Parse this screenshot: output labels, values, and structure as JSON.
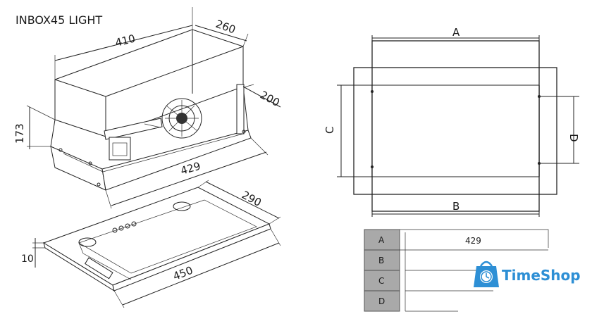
{
  "title": "INBOX45 LIGHT",
  "dimensions": {
    "width_top": "410",
    "depth_top": "260",
    "depth_inner": "200",
    "height": "173",
    "width_inner": "429",
    "panel_depth": "290",
    "panel_width": "450",
    "panel_thickness": "10"
  },
  "schematic_labels": {
    "a": "A",
    "b": "B",
    "c": "C",
    "d": "D"
  },
  "table": {
    "rows": [
      {
        "key": "A",
        "value": "429"
      },
      {
        "key": "B",
        "value": ""
      },
      {
        "key": "C",
        "value": ""
      },
      {
        "key": "D",
        "value": ""
      }
    ]
  },
  "watermark": "TimeShop",
  "colors": {
    "line": "#222222",
    "table_key_bg": "#a9a9a9",
    "brand": "#2d8fd5"
  }
}
